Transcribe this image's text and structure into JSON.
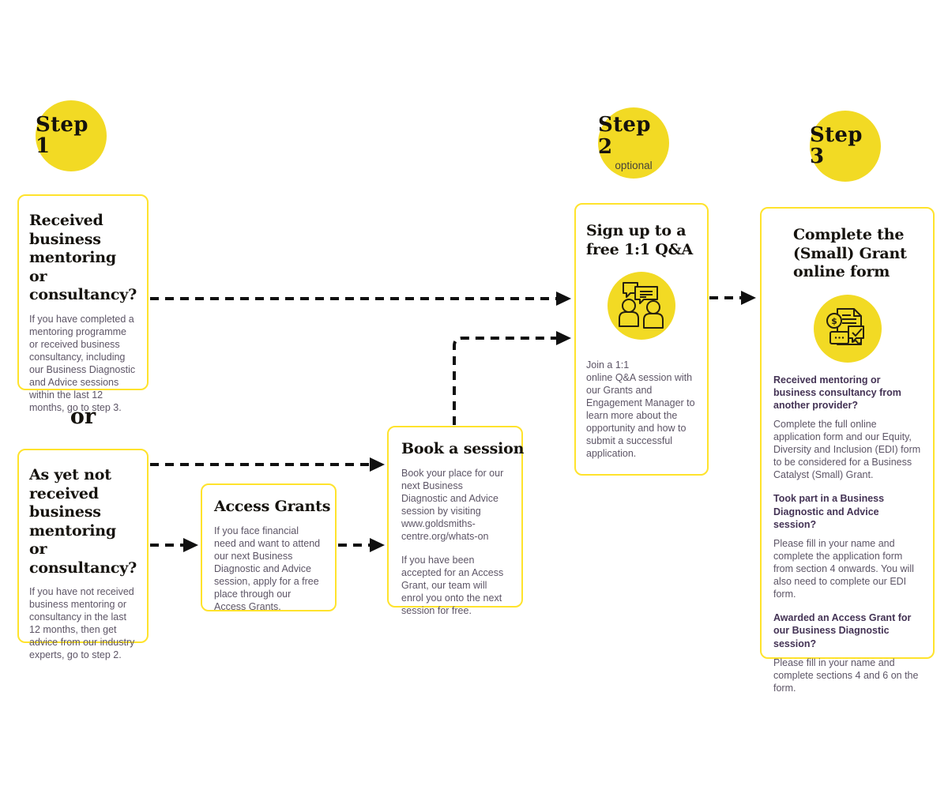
{
  "colors": {
    "background": "#ffffff",
    "accent_yellow": "#f2da24",
    "card_border_yellow": "#ffe32c",
    "heading_text": "#15120d",
    "body_text": "#5d5566",
    "section_heading_purple": "#443355",
    "arrow_black": "#101010"
  },
  "steps": [
    {
      "label": "Step 1",
      "sublabel": ""
    },
    {
      "label": "Step 2",
      "sublabel": "optional"
    },
    {
      "label": "Step 3",
      "sublabel": ""
    }
  ],
  "or_label": "or",
  "boxes": {
    "received": {
      "title": "Received business mentoring or consultancy?",
      "body": "If you have completed a mentoring programme or received business consultancy, including our Business Diagnostic and Advice sessions within the last 12 months, go to step 3."
    },
    "not_received": {
      "title": "As yet not received business mentoring or consultancy?",
      "body": "If you have not received business mentoring or consultancy in the last 12 months, then get advice from our industry experts, go to step 2."
    },
    "access_grants": {
      "title": "Access Grants",
      "body": "If you face financial need and want to attend our next Business Diagnostic and Advice session, apply for a free place through our Access Grants."
    },
    "book_session": {
      "title": "Book a session",
      "body1": "Book your place for our next Business Diagnostic and Advice session by visiting www.goldsmiths-centre.org/whats-on",
      "body2": "If you have been accepted for an Access Grant, our team will enrol you onto the next session for free."
    },
    "signup": {
      "title": "Sign up to a free 1:1 Q&A",
      "icon": "qa-conversation-icon",
      "body": "Join a 1:1\n online Q&A session with our Grants and Engagement Manager to learn more about the opportunity and how to submit a successful application."
    },
    "complete_form": {
      "title": "Complete the (Small) Grant online form",
      "icon": "grant-form-icon",
      "sections": [
        {
          "heading": "Received mentoring or business consultancy from another provider?",
          "body": "Complete the full online application form and our Equity, Diversity and Inclusion (EDI) form to be considered for a Business Catalyst (Small) Grant."
        },
        {
          "heading": "Took part in a Business Diagnostic and Advice session?",
          "body": "Please fill in your name and complete the application form from section 4 onwards. You will also need to complete our EDI form."
        },
        {
          "heading": "Awarded an Access Grant for our Business Diagnostic session?",
          "body": "Please fill in your name and complete sections 4 and 6 on the form."
        }
      ]
    }
  }
}
